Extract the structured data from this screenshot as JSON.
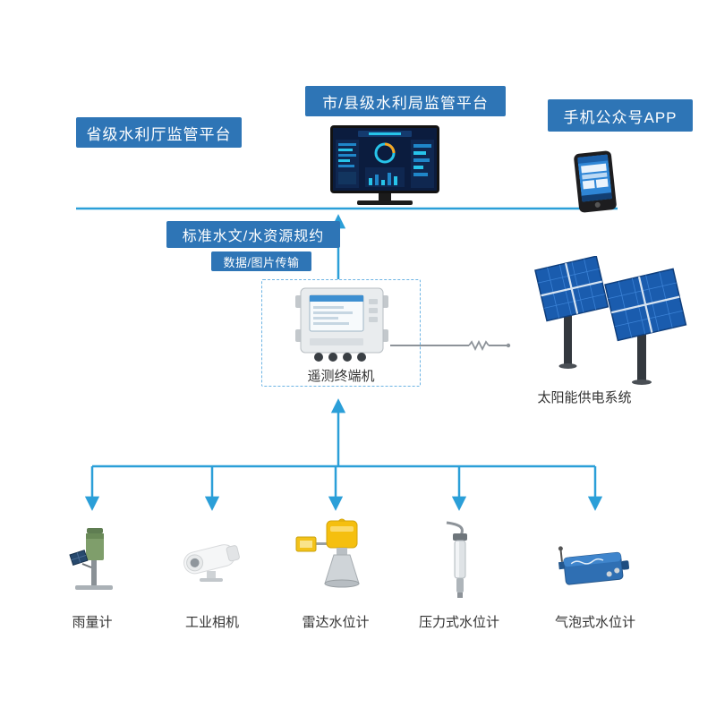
{
  "diagram": {
    "platforms": {
      "provincial": {
        "label": "省级水利厅监管平台"
      },
      "city_county": {
        "label": "市/县级水利局监管平台"
      },
      "mobile_app": {
        "label": "手机公众号APP"
      }
    },
    "links": {
      "protocol": {
        "label": "标准水文/水资源规约"
      },
      "transmission": {
        "label": "数据/图片传输"
      }
    },
    "rtu": {
      "label": "遥测终端机",
      "icon": "telemetry-terminal-device"
    },
    "solar": {
      "label": "太阳能供电系统",
      "icon": "solar-panels"
    },
    "sensors": [
      {
        "label": "雨量计",
        "icon": "rain-gauge"
      },
      {
        "label": "工业相机",
        "icon": "industrial-camera"
      },
      {
        "label": "雷达水位计",
        "icon": "radar-level-gauge"
      },
      {
        "label": "压力式水位计",
        "icon": "pressure-level-gauge"
      },
      {
        "label": "气泡式水位计",
        "icon": "bubble-level-gauge"
      }
    ],
    "display_icons": {
      "monitor": "dashboard-monitor",
      "phone": "smartphone"
    },
    "colors": {
      "box_blue": "#2e75b6",
      "line_blue": "#2b9fd8"
    }
  }
}
